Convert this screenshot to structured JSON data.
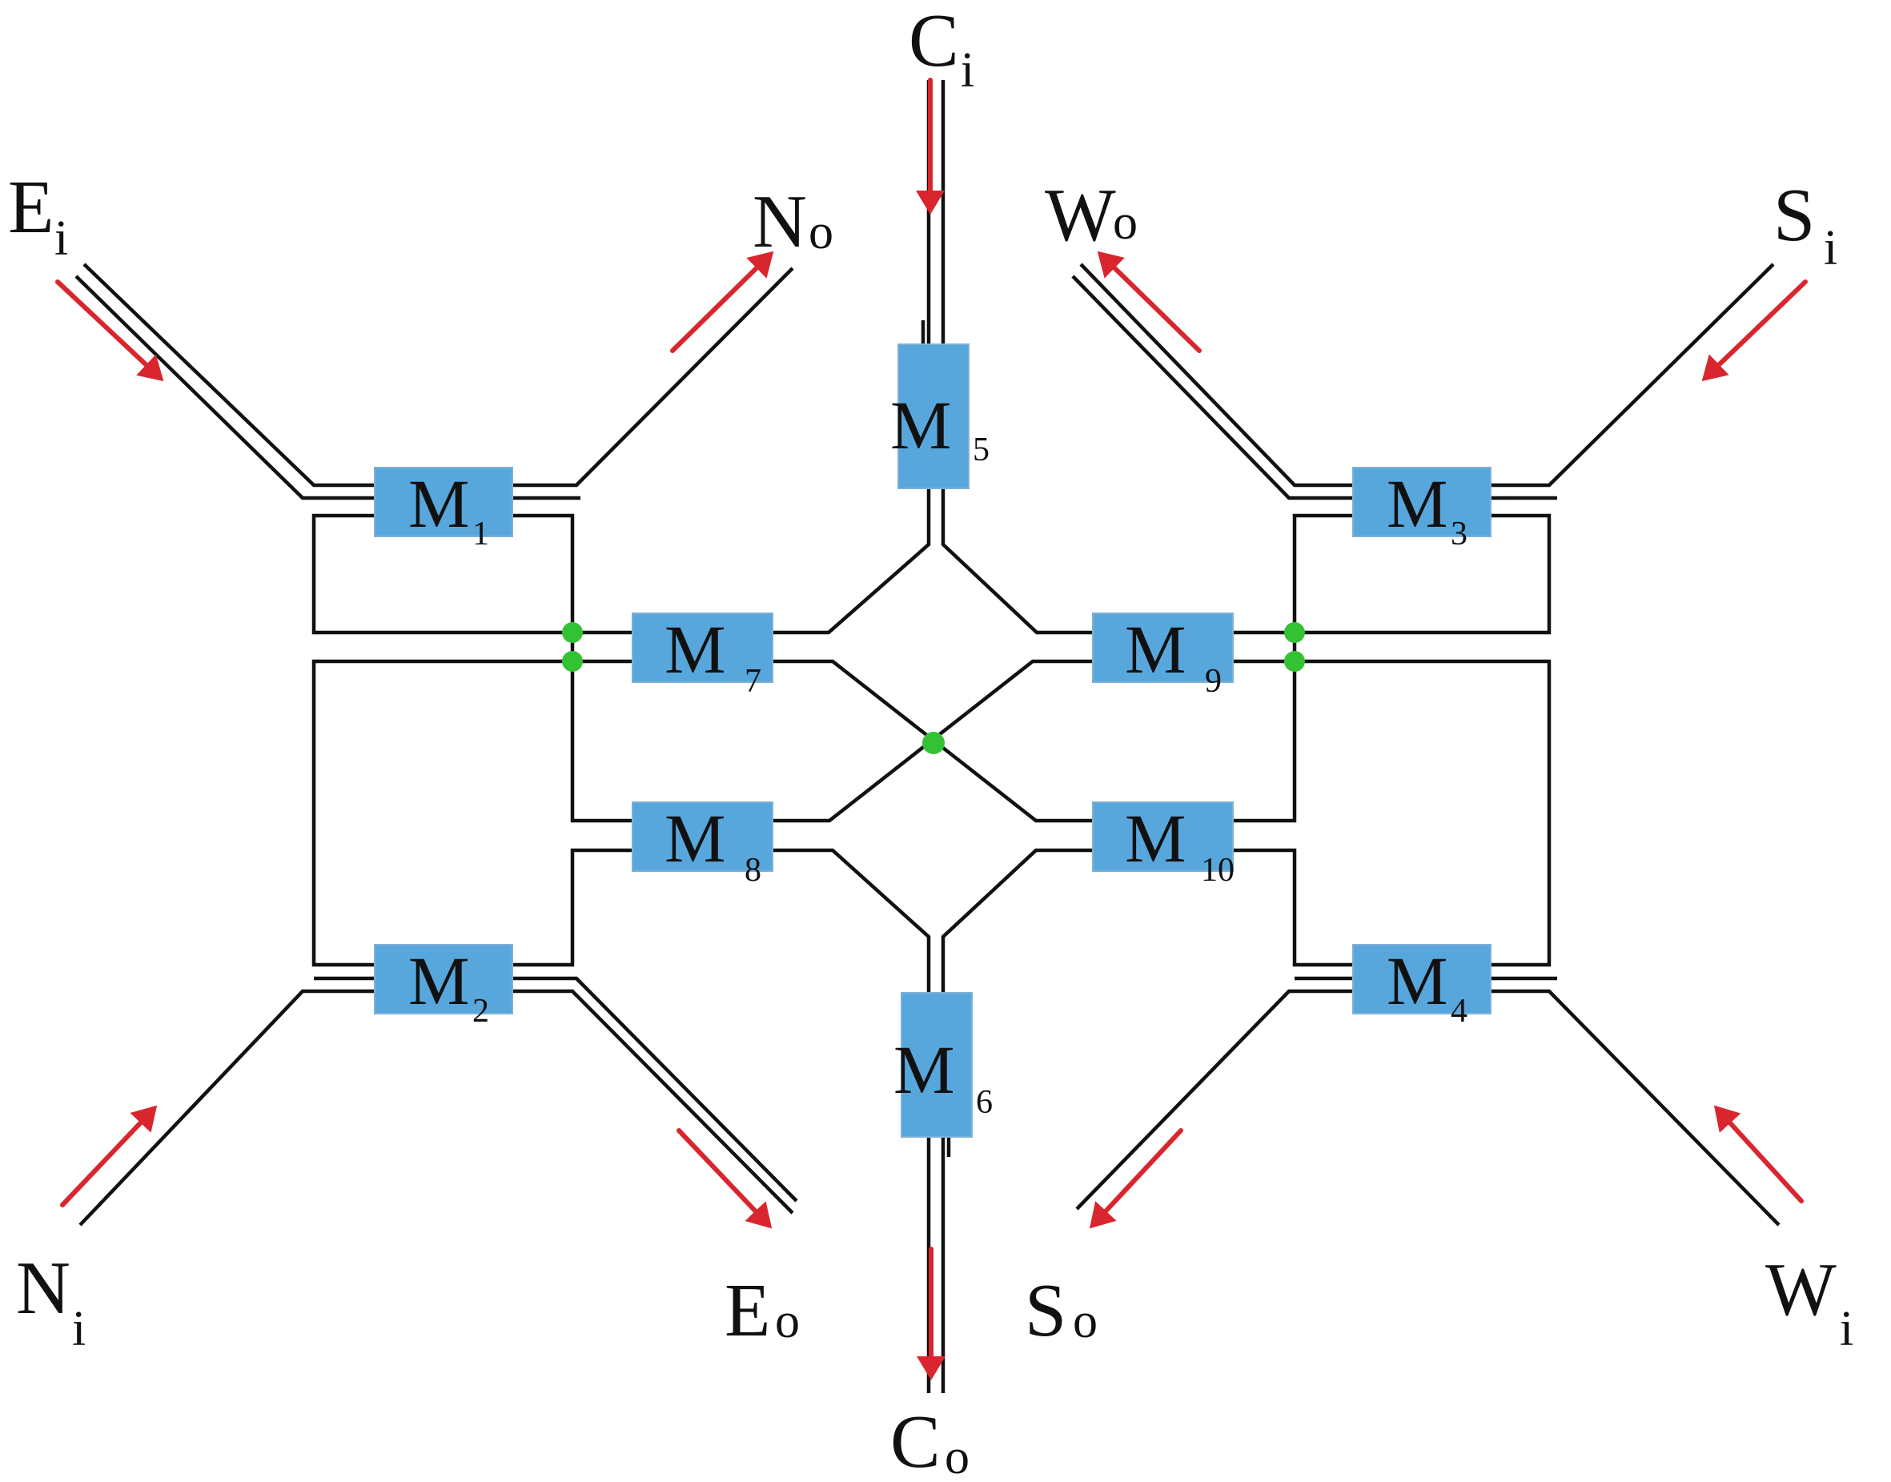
{
  "colors": {
    "wire": "#111111",
    "module_fill": "#58a7dc",
    "arrow": "#d9262e",
    "crossover_node": "#33c233",
    "background": "#ffffff"
  },
  "modules": [
    {
      "id": "M1",
      "letter": "M",
      "index": "1"
    },
    {
      "id": "M2",
      "letter": "M",
      "index": "2"
    },
    {
      "id": "M3",
      "letter": "M",
      "index": "3"
    },
    {
      "id": "M4",
      "letter": "M",
      "index": "4"
    },
    {
      "id": "M5",
      "letter": "M",
      "index": "5"
    },
    {
      "id": "M6",
      "letter": "M",
      "index": "6"
    },
    {
      "id": "M7",
      "letter": "M",
      "index": "7"
    },
    {
      "id": "M8",
      "letter": "M",
      "index": "8"
    },
    {
      "id": "M9",
      "letter": "M",
      "index": "9"
    },
    {
      "id": "M10",
      "letter": "M",
      "index": "10"
    }
  ],
  "ports": [
    {
      "id": "Ci",
      "letter": "C",
      "sub": "i"
    },
    {
      "id": "Co",
      "letter": "C",
      "sub": "o"
    },
    {
      "id": "Ei",
      "letter": "E",
      "sub": "i"
    },
    {
      "id": "Eo",
      "letter": "E",
      "sub": "o"
    },
    {
      "id": "Ni",
      "letter": "N",
      "sub": "i"
    },
    {
      "id": "No",
      "letter": "N",
      "sub": "o"
    },
    {
      "id": "Si",
      "letter": "S",
      "sub": "i"
    },
    {
      "id": "So",
      "letter": "S",
      "sub": "o"
    },
    {
      "id": "Wi",
      "letter": "W",
      "sub": "i"
    },
    {
      "id": "Wo",
      "letter": "W",
      "sub": "o"
    }
  ]
}
